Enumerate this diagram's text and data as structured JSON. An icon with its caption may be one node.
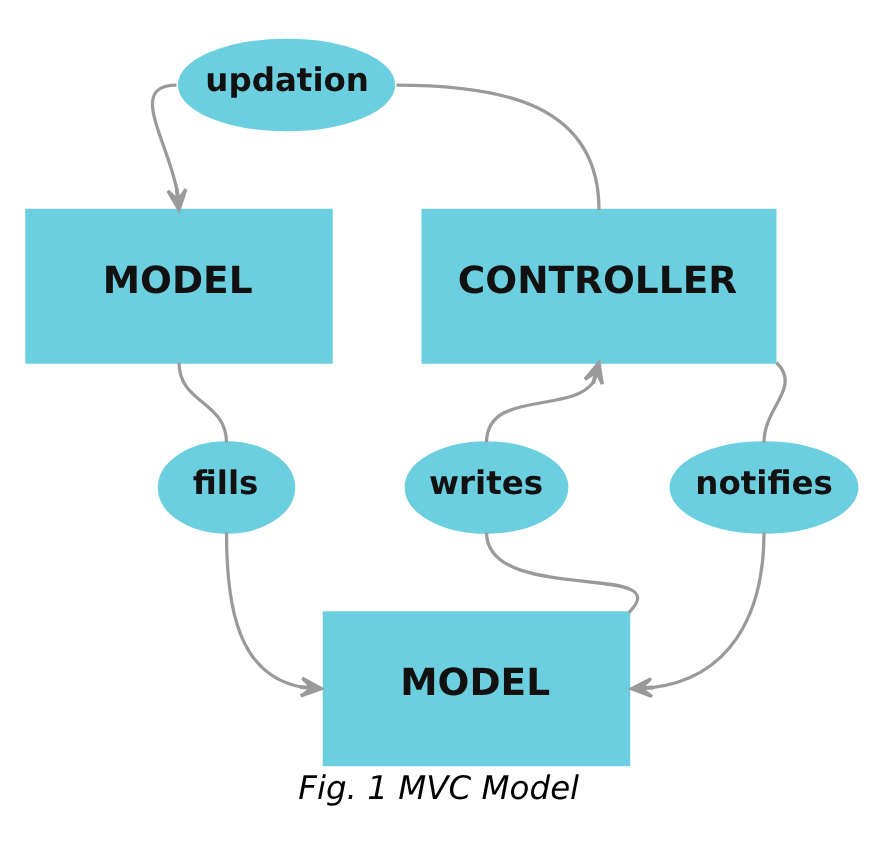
{
  "diagram": {
    "caption": "Fig. 1 MVC Model",
    "nodes": [
      {
        "text": [
          "updation"
        ]
      },
      {
        "text": [
          "MODEL"
        ]
      },
      {
        "text": [
          "CONTROLLER"
        ]
      },
      {
        "text": [
          "writes"
        ]
      },
      {
        "text": [
          "fills"
        ]
      },
      {
        "text": [
          "notifies"
        ]
      },
      {
        "text": [
          "MODEL"
        ]
      }
    ],
    "edges": [
      {
        "from": 2,
        "to": 0,
        "arrow": "none"
      },
      {
        "from": 0,
        "to": 1,
        "arrow": "to"
      },
      {
        "from": 1,
        "to": 4,
        "arrow": "none"
      },
      {
        "from": 4,
        "to": 6,
        "arrow": "to"
      },
      {
        "from": 6,
        "to": 3,
        "arrow": "none"
      },
      {
        "from": 3,
        "to": 2,
        "arrow": "to"
      },
      {
        "from": 2,
        "to": 5,
        "arrow": "none"
      },
      {
        "from": 5,
        "to": 6,
        "arrow": "to"
      }
    ]
  }
}
